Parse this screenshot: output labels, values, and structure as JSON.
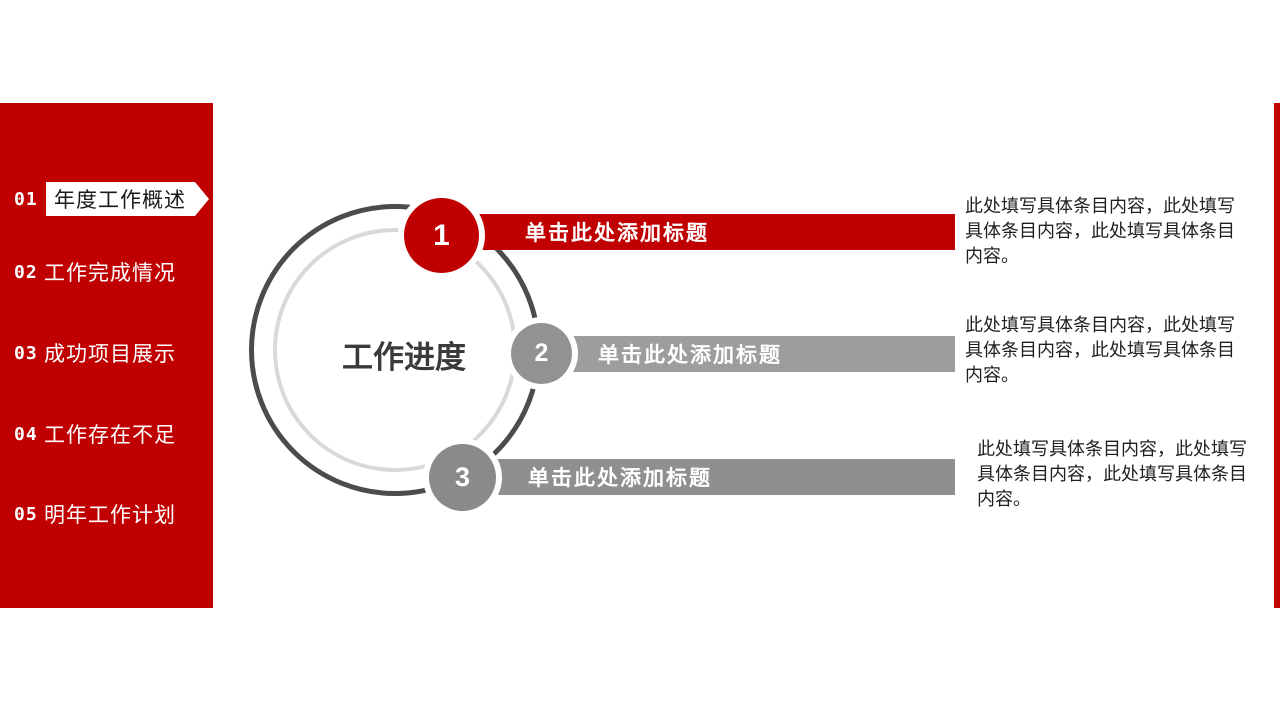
{
  "sidebar": {
    "items": [
      {
        "num": "01",
        "label": "年度工作概述"
      },
      {
        "num": "02",
        "label": "工作完成情况"
      },
      {
        "num": "03",
        "label": "成功项目展示"
      },
      {
        "num": "04",
        "label": "工作存在不足"
      },
      {
        "num": "05",
        "label": "明年工作计划"
      }
    ]
  },
  "diagram": {
    "center_title": "工作进度",
    "steps": [
      {
        "num": "1",
        "title": "单击此处添加标题",
        "desc": "此处填写具体条目内容，此处填写具体条目内容，此处填写具体条目内容。"
      },
      {
        "num": "2",
        "title": "单击此处添加标题",
        "desc": "此处填写具体条目内容，此处填写具体条目内容，此处填写具体条目内容。"
      },
      {
        "num": "3",
        "title": "单击此处添加标题",
        "desc": "此处填写具体条目内容，此处填写具体条目内容，此处填写具体条目内容。"
      }
    ]
  },
  "colors": {
    "accent_red": "#C00000",
    "bar_gray_mid": "#9d9d9d",
    "bar_gray_dark": "#8f8f8f",
    "ring_dark": "#4c4c4c",
    "ring_light": "#d9d9d9"
  }
}
